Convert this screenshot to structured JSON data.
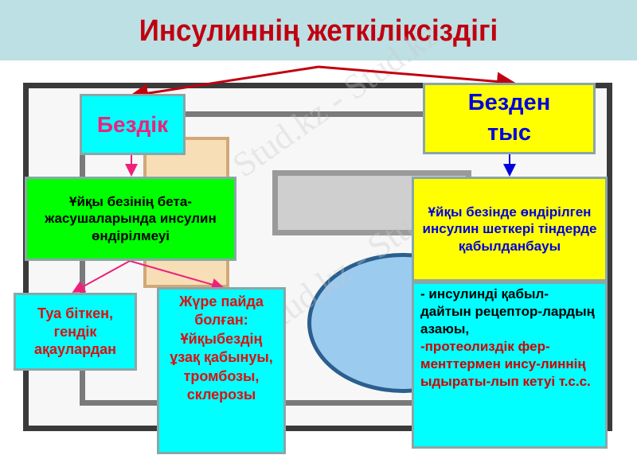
{
  "title": "Инсулиннің жеткіліксіздігі",
  "watermark": "Stud.kz - Stud.kz",
  "boxes": {
    "endocrine": {
      "label": "Бездік"
    },
    "extra": {
      "label": "Безден тыс"
    },
    "endocrine_cause": {
      "text": "Ұйқы безінің бета-жасушаларында инсулин өндірілмеуі"
    },
    "extra_cause": {
      "text": "Ұйқы безінде өндірілген инсулин шеткері тіндерде қабылданбауы"
    },
    "congenital": {
      "text": "Туа біткен, гендік ақаулардан"
    },
    "acquired": {
      "text": "Жүре пайда болған: Ұйқыбездің ұзақ қабынуы, тромбозы, склерозы"
    },
    "extra_details": {
      "part1": "- инсулинді қабыл-дайтын рецептор-лардың азаюы,",
      "part2": "-протеолиздік фер-менттермен инсу-линнің ыдыраты-лып кетуі т.с.с."
    }
  },
  "colors": {
    "title": "#c00010",
    "header_bg": "#bde0e4",
    "cyan": "#00ffff",
    "yellow": "#ffff00",
    "green": "#00ff00",
    "arrow_main": "#c00010",
    "arrow_pink": "#f0207a",
    "arrow_blue": "#0000dd"
  }
}
